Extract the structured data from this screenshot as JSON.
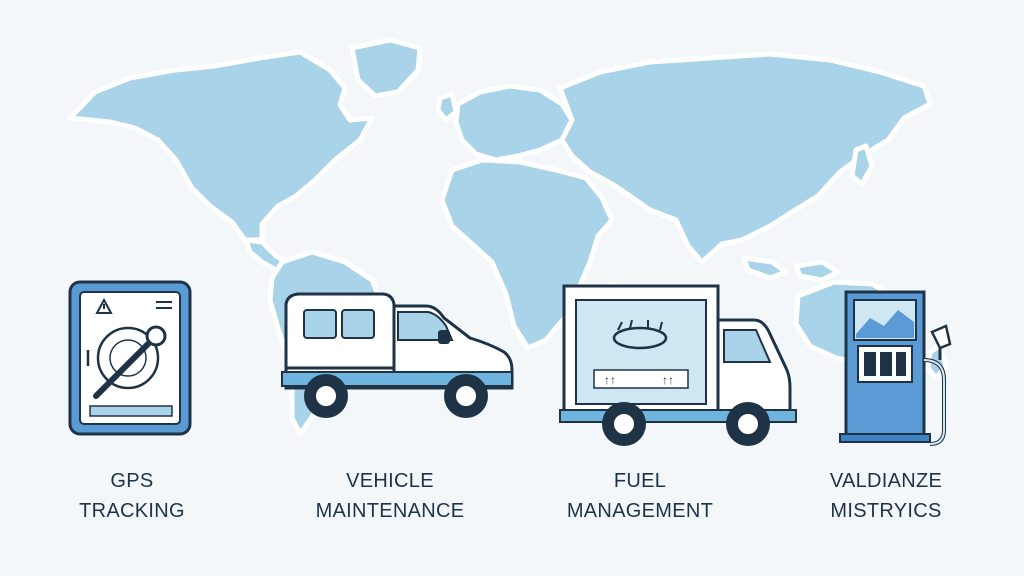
{
  "colors": {
    "background": "#f3f7f9",
    "map_fill": "#a9d3e8",
    "outline": "#1f3347",
    "accent_blue": "#6fb4df",
    "device_blue": "#3e83c4"
  },
  "features": [
    {
      "line1": "GPS",
      "line2": "TRACKING",
      "icon": "gps-tablet-icon"
    },
    {
      "line1": "VEHICLE",
      "line2": "MAINTENANCE",
      "icon": "van-icon"
    },
    {
      "line1": "FUEL",
      "line2": "MANAGEMENT",
      "icon": "box-truck-icon"
    },
    {
      "line1": "VALDIANZE",
      "line2": "MISTRYICS",
      "icon": "fuel-pump-icon"
    }
  ]
}
